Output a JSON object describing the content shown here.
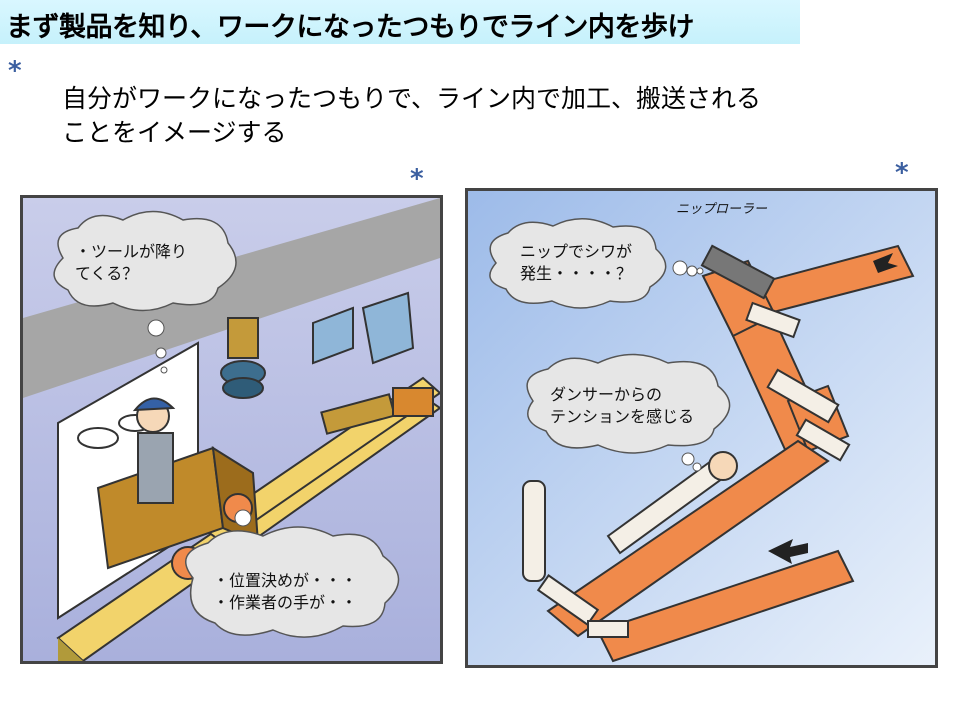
{
  "slide": {
    "title": "まず製品を知り、ワークになったつもりでライン内を歩け",
    "bullet_marks": [
      "*",
      "*",
      "*"
    ],
    "body_lines": [
      "自分がワークになったつもりで、ライン内で加工、搬送される",
      "ことをイメージする"
    ]
  },
  "left_panel": {
    "bubble_top": [
      "・ツールが降り",
      "てくる？"
    ],
    "bubble_bottom": [
      "・位置決めが・・・",
      "・作業者の手が・・"
    ]
  },
  "right_panel": {
    "roller_label": "ニップローラー",
    "bubble_top": [
      "ニップでシワが",
      "発生・・・・？"
    ],
    "bubble_mid": [
      "ダンサーからの",
      "テンションを感じる"
    ]
  },
  "colors": {
    "title_bg": "#c6f1fb",
    "asterisk": "#3b5fa0",
    "belt": "#f08a4b",
    "conveyor": "#f2d36b",
    "sky_left": "#b9bfe6",
    "sky_right": "#a9c6ee"
  }
}
